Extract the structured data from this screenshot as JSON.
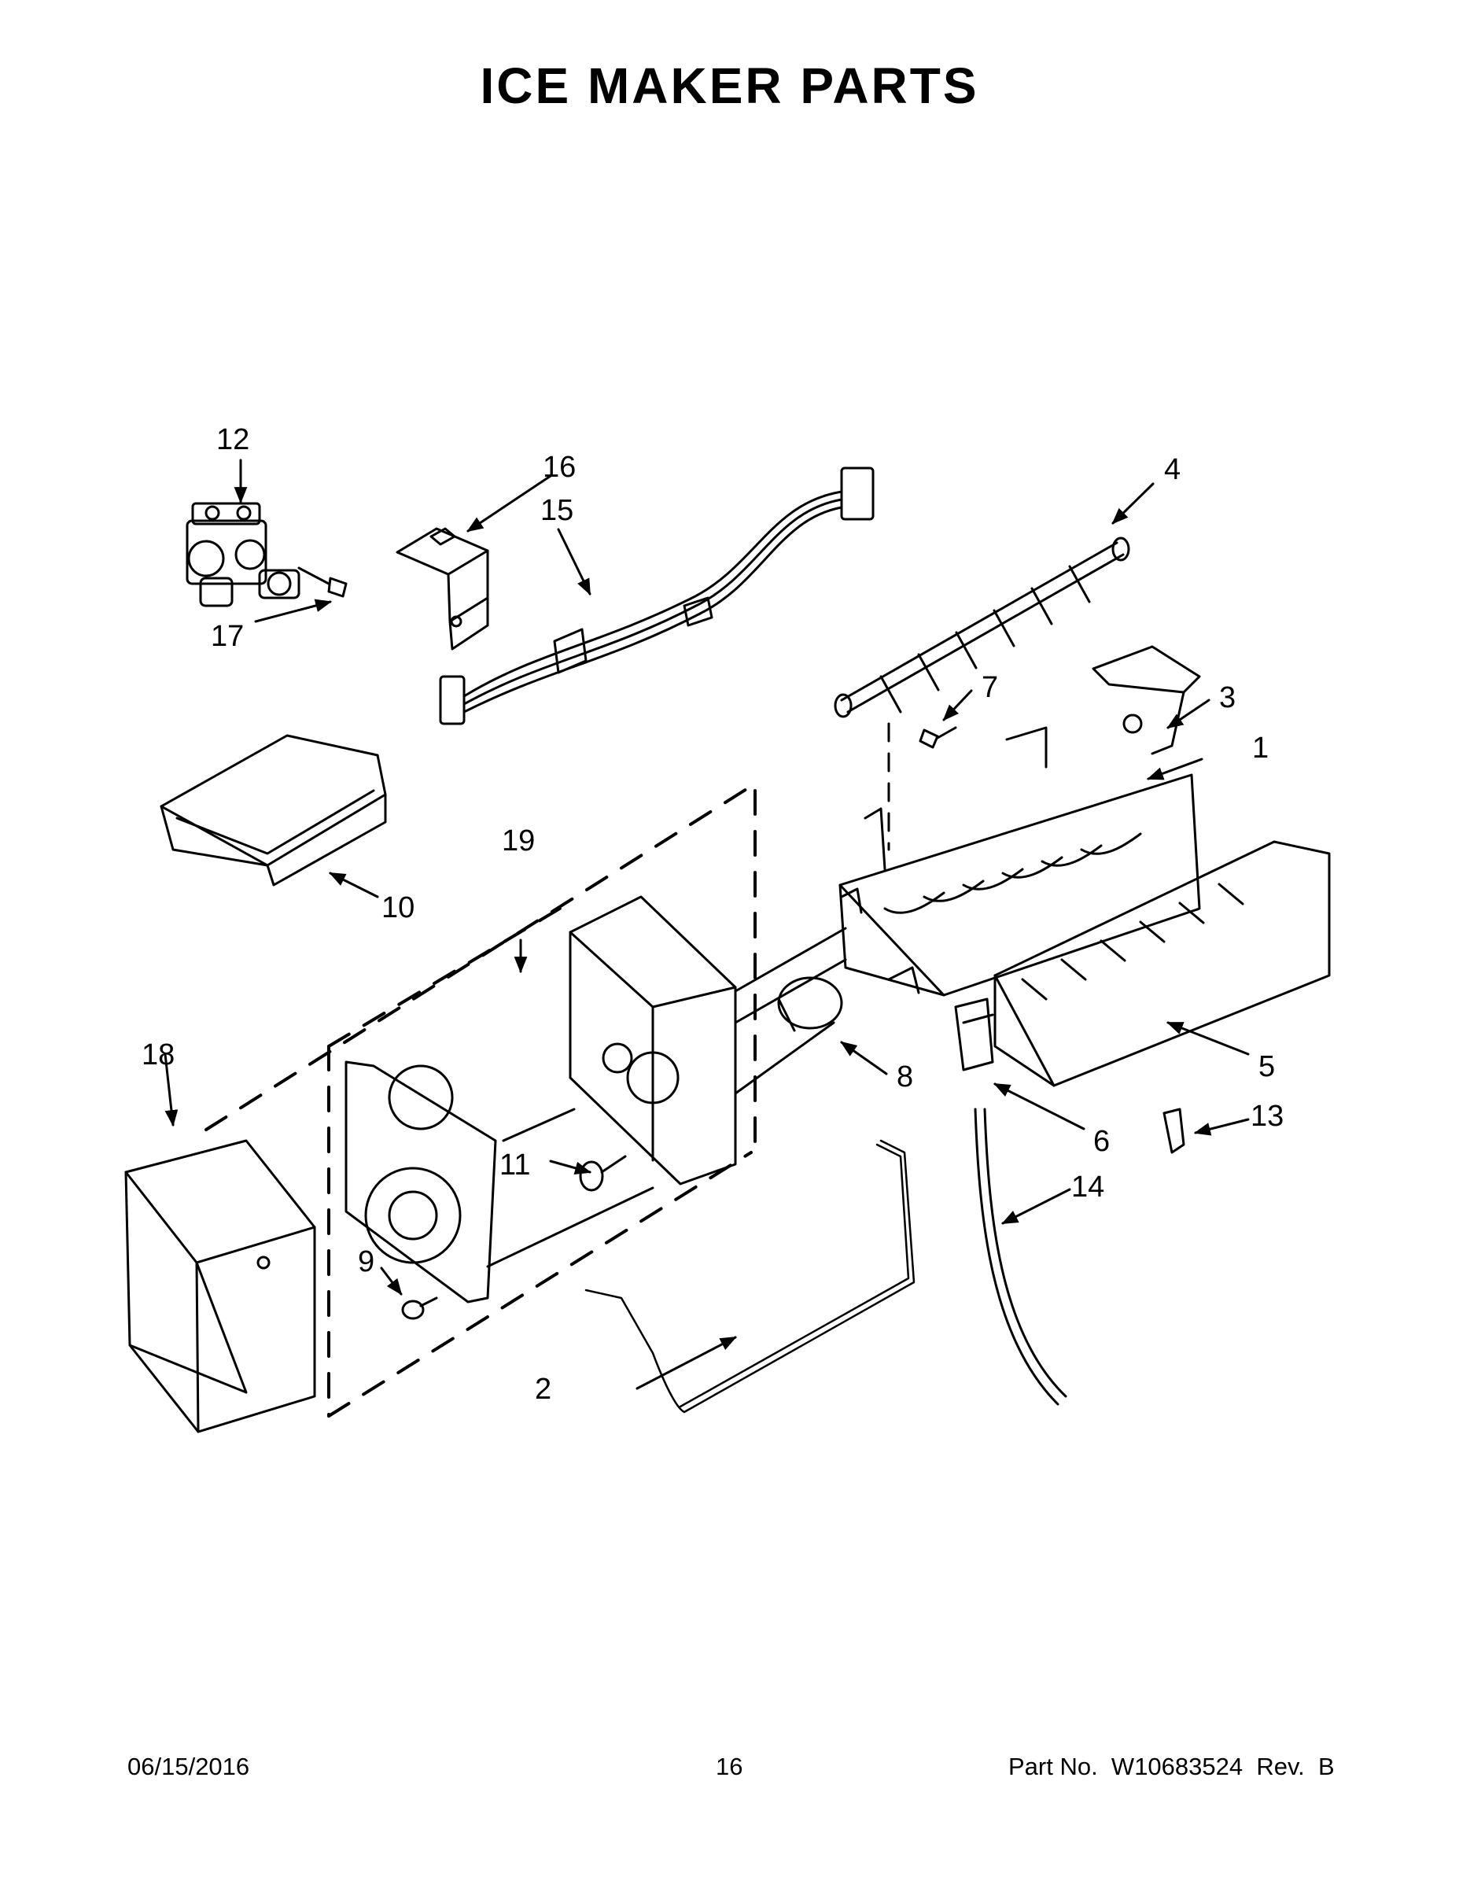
{
  "page": {
    "title": "ICE MAKER PARTS"
  },
  "callouts": [
    "1",
    "2",
    "3",
    "4",
    "5",
    "6",
    "7",
    "8",
    "9",
    "10",
    "11",
    "12",
    "13",
    "14",
    "15",
    "16",
    "17",
    "18",
    "19"
  ],
  "footer": {
    "date": "06/15/2016",
    "page_number": "16",
    "part_no": "Part No.  W10683524  Rev.  B"
  },
  "parts": [
    {
      "id": "1",
      "icon": "mold-tray-icon"
    },
    {
      "id": "2",
      "icon": "shutoff-arm-icon"
    },
    {
      "id": "3",
      "icon": "fill-cup-icon"
    },
    {
      "id": "4",
      "icon": "ejector-icon"
    },
    {
      "id": "5",
      "icon": "stripper-icon"
    },
    {
      "id": "6",
      "icon": "clip-icon"
    },
    {
      "id": "7",
      "icon": "screw-icon"
    },
    {
      "id": "8",
      "icon": "thermostat-icon"
    },
    {
      "id": "9",
      "icon": "screw-icon"
    },
    {
      "id": "10",
      "icon": "tray-icon"
    },
    {
      "id": "11",
      "icon": "screw-icon"
    },
    {
      "id": "12",
      "icon": "water-valve-icon"
    },
    {
      "id": "13",
      "icon": "plug-icon"
    },
    {
      "id": "14",
      "icon": "tube-icon"
    },
    {
      "id": "15",
      "icon": "wire-harness-icon"
    },
    {
      "id": "16",
      "icon": "bracket-icon"
    },
    {
      "id": "17",
      "icon": "screw-icon"
    },
    {
      "id": "18",
      "icon": "cover-icon"
    },
    {
      "id": "19",
      "icon": "module-assembly-icon"
    }
  ]
}
